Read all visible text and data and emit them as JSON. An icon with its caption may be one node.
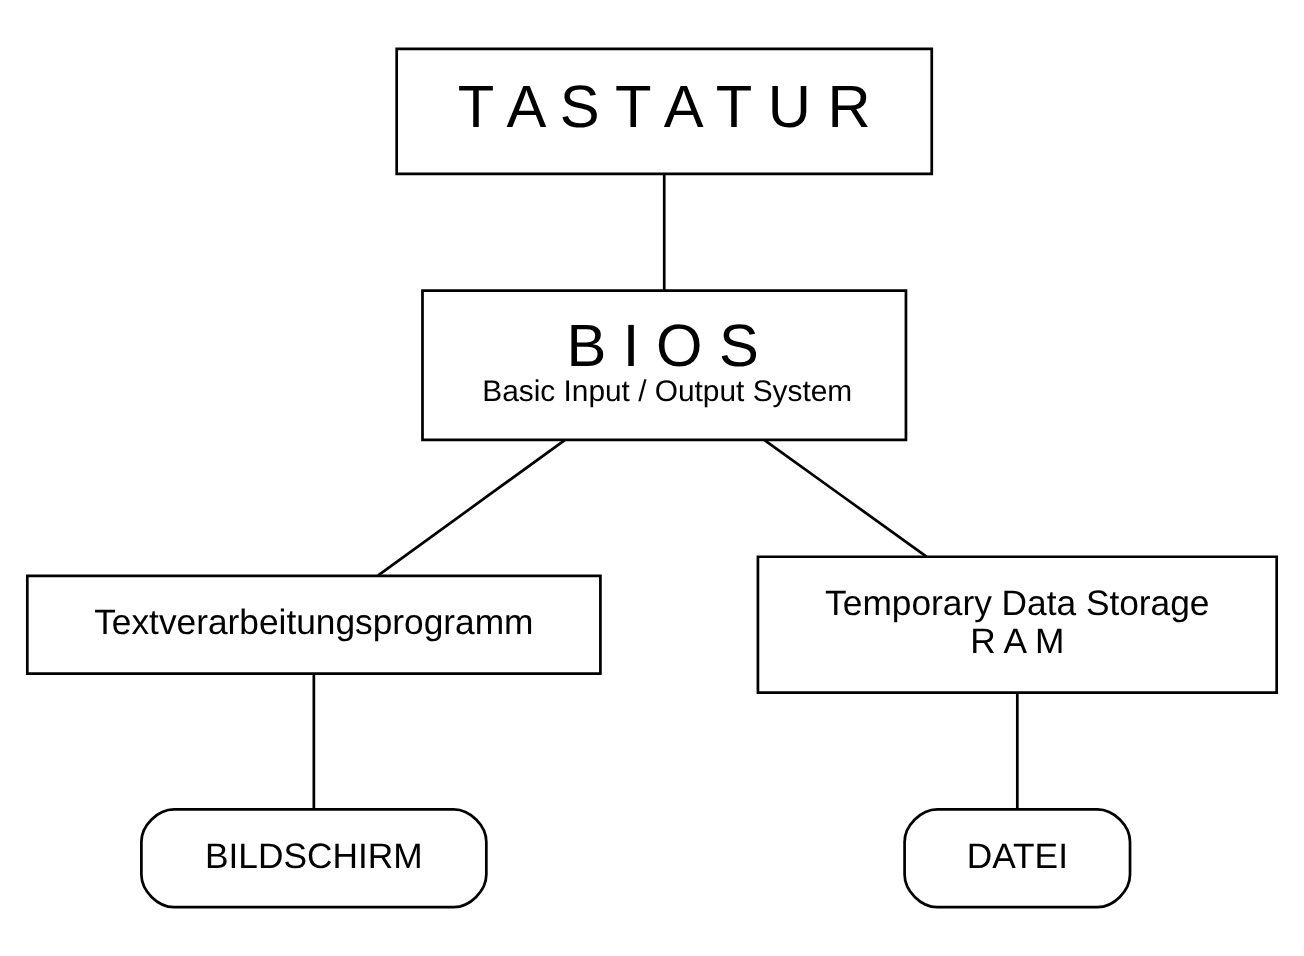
{
  "diagram": {
    "nodes": [
      {
        "text": [
          "T A S T A T U R"
        ]
      },
      {
        "text": [
          "B I O S",
          "Basic Input / Output System"
        ]
      },
      {
        "text": [
          "Textverarbeitungsprogramm"
        ]
      },
      {
        "text": [
          "Temporary Data Storage",
          "R A M"
        ]
      },
      {
        "text": [
          "BILDSCHIRM"
        ]
      },
      {
        "text": [
          "DATEI"
        ]
      }
    ],
    "edges": [
      {
        "from": 0,
        "to": 1,
        "arrow": "none"
      },
      {
        "from": 1,
        "to": 2,
        "arrow": "none"
      },
      {
        "from": 1,
        "to": 3,
        "arrow": "none"
      },
      {
        "from": 2,
        "to": 4,
        "arrow": "none"
      },
      {
        "from": 3,
        "to": 5,
        "arrow": "none"
      }
    ]
  }
}
